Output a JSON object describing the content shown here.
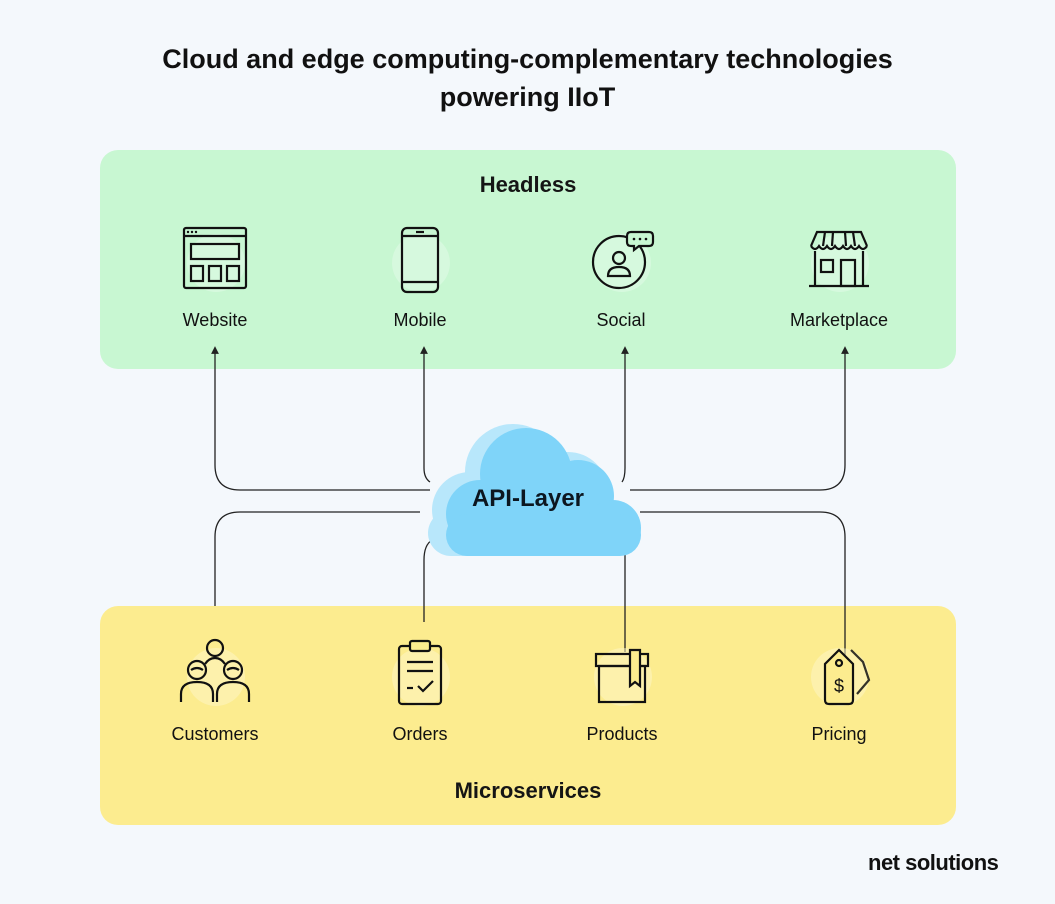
{
  "title": "Cloud and edge computing-complementary technologies powering IIoT",
  "headless": {
    "title": "Headless",
    "items": [
      {
        "label": "Website",
        "icon": "browser-window-icon"
      },
      {
        "label": "Mobile",
        "icon": "smartphone-icon"
      },
      {
        "label": "Social",
        "icon": "social-profile-icon"
      },
      {
        "label": "Marketplace",
        "icon": "storefront-icon"
      }
    ]
  },
  "api_layer": {
    "label": "API-Layer",
    "icon": "cloud-icon"
  },
  "microservices": {
    "title": "Microservices",
    "items": [
      {
        "label": "Customers",
        "icon": "people-group-icon"
      },
      {
        "label": "Orders",
        "icon": "clipboard-check-icon"
      },
      {
        "label": "Products",
        "icon": "gift-box-icon"
      },
      {
        "label": "Pricing",
        "icon": "price-tag-icon"
      }
    ]
  },
  "logo": "net solutions",
  "colors": {
    "background": "#f4f8fc",
    "headless_panel": "#c8f7d2",
    "microservices_panel": "#fcec8f",
    "cloud": "#7fd4f9",
    "cloud_shadow": "#b8e7fb"
  }
}
